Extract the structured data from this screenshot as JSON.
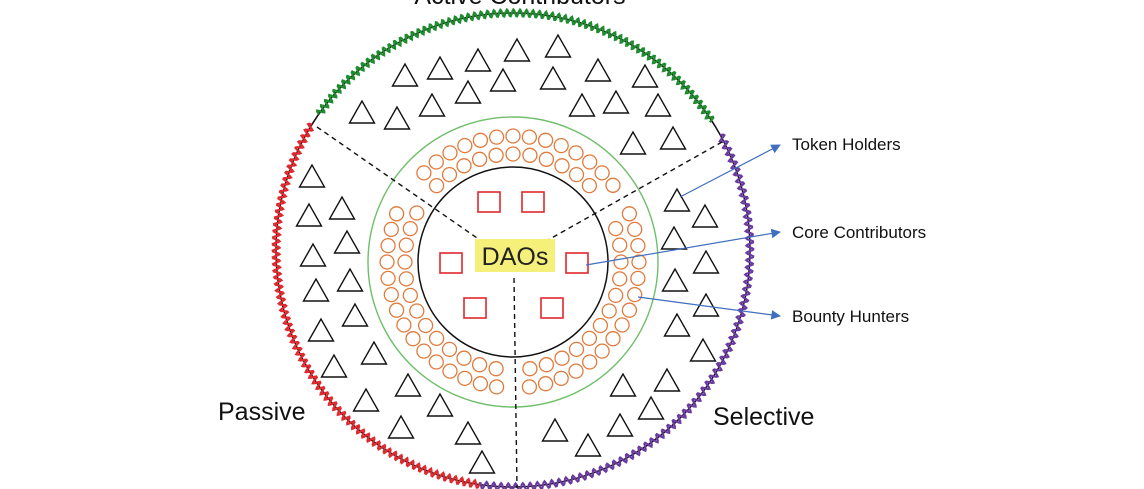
{
  "center_label": "DAOs",
  "segments": {
    "top": "Active Contributors",
    "left": "Passive",
    "right": "Selective"
  },
  "callouts": {
    "token_holders": "Token Holders",
    "core_contributors": "Core Contributors",
    "bounty_hunters": "Bounty Hunters"
  },
  "colors": {
    "active_arc": "#1e8c2e",
    "passive_arc": "#e0282d",
    "selective_arc": "#6a3aa0",
    "ring_circles": "#e07a3c",
    "core_squares": "#e0282d",
    "token_ring": "#6fbf6a",
    "arrows": "#3f6fbf",
    "center_highlight": "#f5f07a"
  }
}
